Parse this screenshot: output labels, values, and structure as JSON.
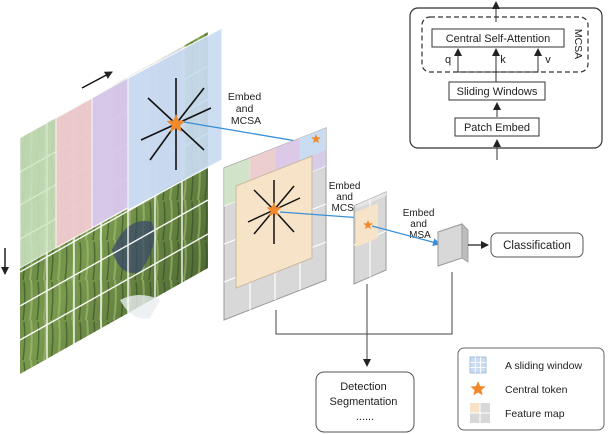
{
  "stage1": {
    "label_line1": "Embed",
    "label_line2": "and",
    "label_line3": "MCSA"
  },
  "stage2": {
    "label_line1": "Embed",
    "label_line2": "and",
    "label_line3": "MCSA"
  },
  "stage3": {
    "label_line1": "Embed",
    "label_line2": "and",
    "label_line3": "MSA"
  },
  "classification_label": "Classification",
  "downstream": {
    "line1": "Detection",
    "line2": "Segmentation",
    "line3": "......"
  },
  "mcsa_block": {
    "group_label": "MCSA",
    "central_self_attention": "Central Self-Attention",
    "q": "q",
    "k": "k",
    "v": "v",
    "sliding_windows": "Sliding Windows",
    "patch_embed": "Patch Embed"
  },
  "legend": {
    "sliding_window": "A sliding window",
    "central_token": "Central token",
    "feature_map": "Feature map"
  },
  "colors": {
    "star": "#f08a2c",
    "arrow_blue": "#3a8fd6",
    "window_tint": "#c9dcf2",
    "pink_tint": "#f3c7cf",
    "purple_tint": "#d5c8ee",
    "green_tint": "#cfe6c4",
    "feature_beige": "#f6e3c8",
    "feature_gray": "#d8d8d8"
  }
}
